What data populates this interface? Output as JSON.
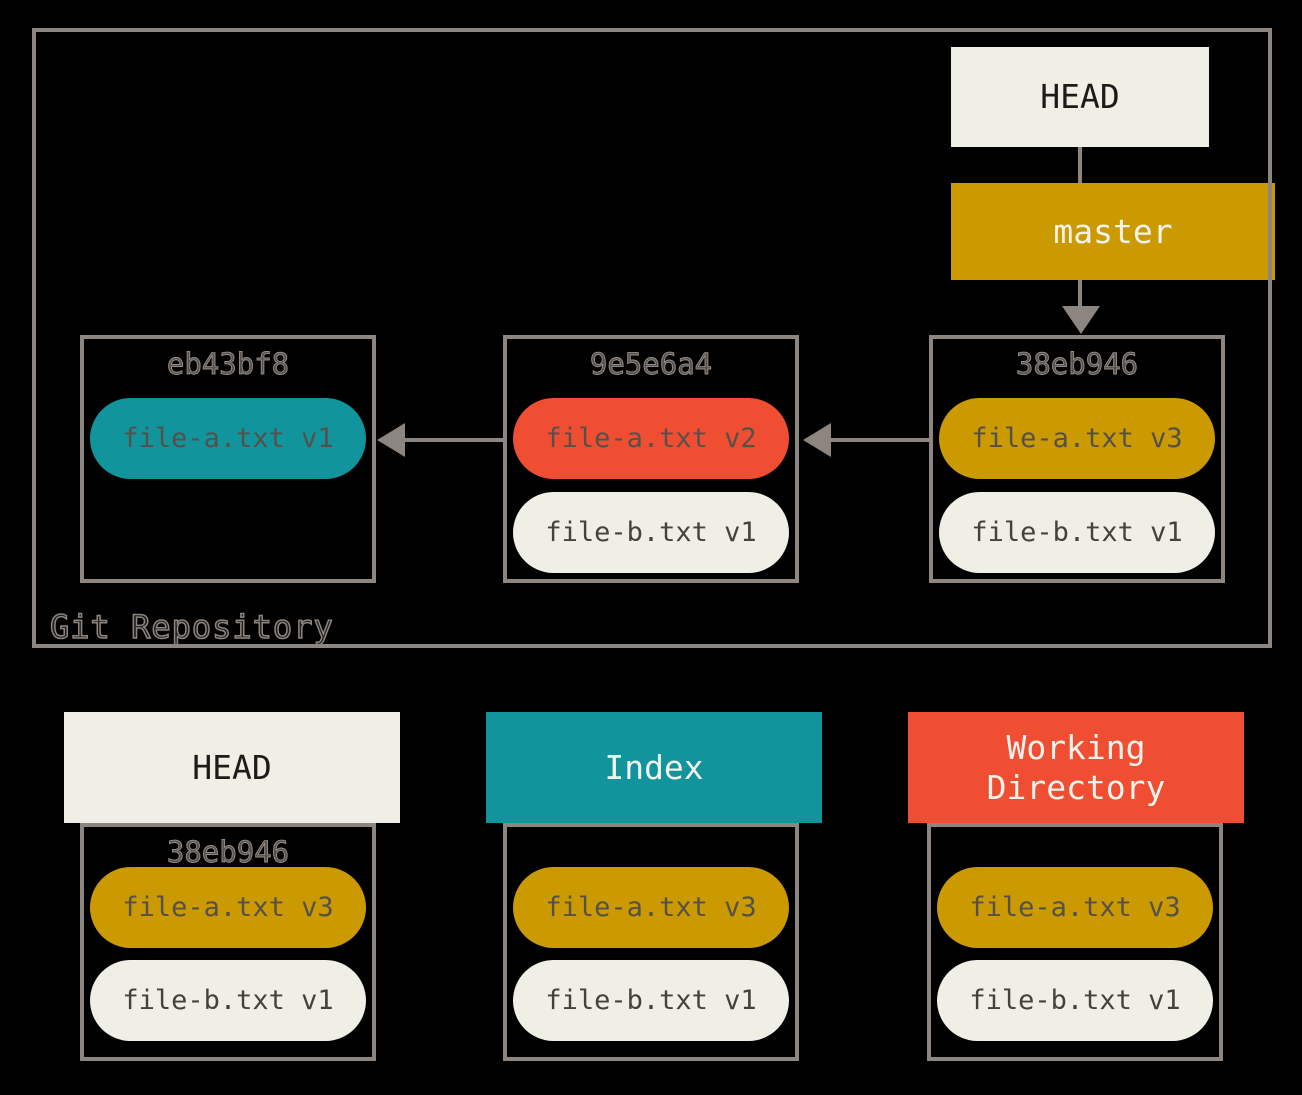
{
  "colors": {
    "background": "#000000",
    "border_gray": "#8d857f",
    "ivory": "#f0efe6",
    "teal": "#11949c",
    "red": "#f04e32",
    "gold": "#cb9a00",
    "pill_text": "#56504a",
    "white_text": "#f4f2ec",
    "dark_text": "#1d1b19",
    "hash_text": "#55504b"
  },
  "repository": {
    "label": "Git Repository",
    "head_pointer": "HEAD",
    "branch_label": "master",
    "commits": [
      {
        "hash": "eb43bf8",
        "files": [
          {
            "name": "file-a.txt v1",
            "color": "teal"
          }
        ]
      },
      {
        "hash": "9e5e6a4",
        "files": [
          {
            "name": "file-a.txt v2",
            "color": "red"
          },
          {
            "name": "file-b.txt v1",
            "color": "ivory"
          }
        ]
      },
      {
        "hash": "38eb946",
        "files": [
          {
            "name": "file-a.txt v3",
            "color": "gold"
          },
          {
            "name": "file-b.txt v1",
            "color": "ivory"
          }
        ]
      }
    ]
  },
  "areas": [
    {
      "title": "HEAD",
      "header_color": "ivory",
      "hash": "38eb946",
      "files": [
        {
          "name": "file-a.txt v3",
          "color": "gold"
        },
        {
          "name": "file-b.txt v1",
          "color": "ivory"
        }
      ]
    },
    {
      "title": "Index",
      "header_color": "teal",
      "files": [
        {
          "name": "file-a.txt v3",
          "color": "gold"
        },
        {
          "name": "file-b.txt v1",
          "color": "ivory"
        }
      ]
    },
    {
      "title": "Working Directory",
      "header_color": "red",
      "files": [
        {
          "name": "file-a.txt v3",
          "color": "gold"
        },
        {
          "name": "file-b.txt v1",
          "color": "ivory"
        }
      ]
    }
  ]
}
